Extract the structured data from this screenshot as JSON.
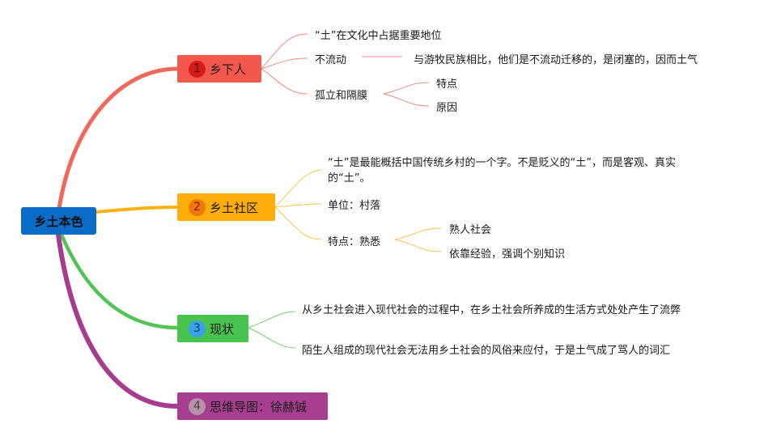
{
  "root": "乡土本色",
  "branches": [
    {
      "num": "1",
      "label": "乡下人",
      "color": "#f4574b",
      "children": [
        "“土”在文化中占据重要地位",
        "不流动",
        "与游牧民族相比，他们是不流动迁移的，是闭塞的，因而土气",
        "孤立和隔膜",
        "特点",
        "原因"
      ]
    },
    {
      "num": "2",
      "label": "乡土社区",
      "color": "#ffad0a",
      "children": [
        "“土”是最能概括中国传统乡村的一个字。不是贬义的“土”，而是客观、真实的“土”。",
        "单位：村落",
        "特点：熟悉",
        "熟人社会",
        "依靠经验，强调个别知识"
      ]
    },
    {
      "num": "3",
      "label": "现状",
      "color": "#4ac34e",
      "children": [
        "从乡土社会进入现代社会的过程中，在乡土社会所养成的生活方式处处产生了流弊",
        "陌生人组成的现代社会无法用乡土社会的风俗来应付，于是土气成了骂人的词汇"
      ]
    },
    {
      "num": "4",
      "label": "思维导图：徐赫铖",
      "color": "#a73e90",
      "children": []
    }
  ]
}
